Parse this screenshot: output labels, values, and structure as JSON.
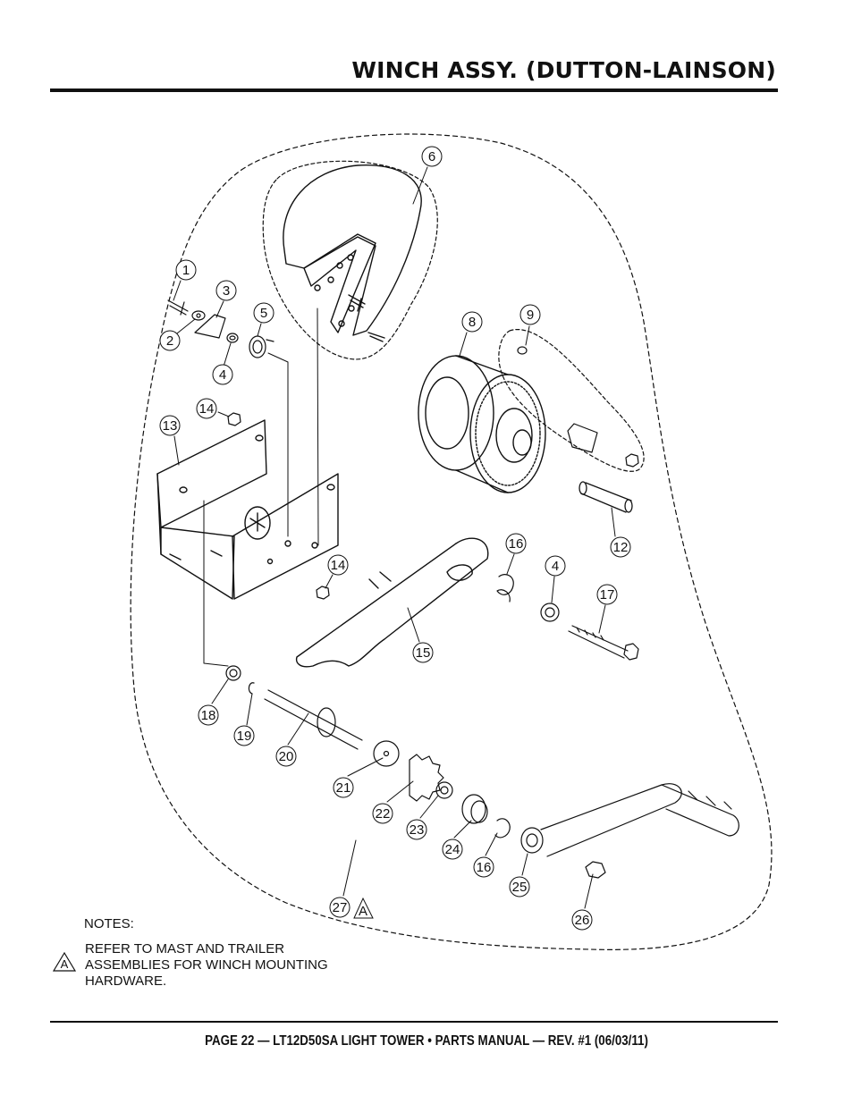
{
  "header": {
    "title": "WINCH ASSY. (DUTTON-LAINSON)"
  },
  "footer": {
    "text": "PAGE 22 — LT12D50SA LIGHT TOWER • PARTS MANUAL — REV. #1 (06/03/11)"
  },
  "notes": {
    "heading": "NOTES:",
    "items": [
      {
        "marker": "A",
        "text": "REFER TO MAST AND TRAILER ASSEMBLIES FOR WINCH MOUNTING HARDWARE."
      }
    ]
  },
  "callouts": [
    "1",
    "2",
    "3",
    "4",
    "5",
    "6",
    "8",
    "9",
    "14",
    "13",
    "12",
    "16",
    "4",
    "17",
    "14",
    "15",
    "18",
    "19",
    "20",
    "21",
    "22",
    "23",
    "24",
    "16",
    "25",
    "26",
    "27"
  ],
  "assembly_note_marker": "A",
  "colors": {
    "ink": "#111111",
    "background": "#ffffff"
  }
}
